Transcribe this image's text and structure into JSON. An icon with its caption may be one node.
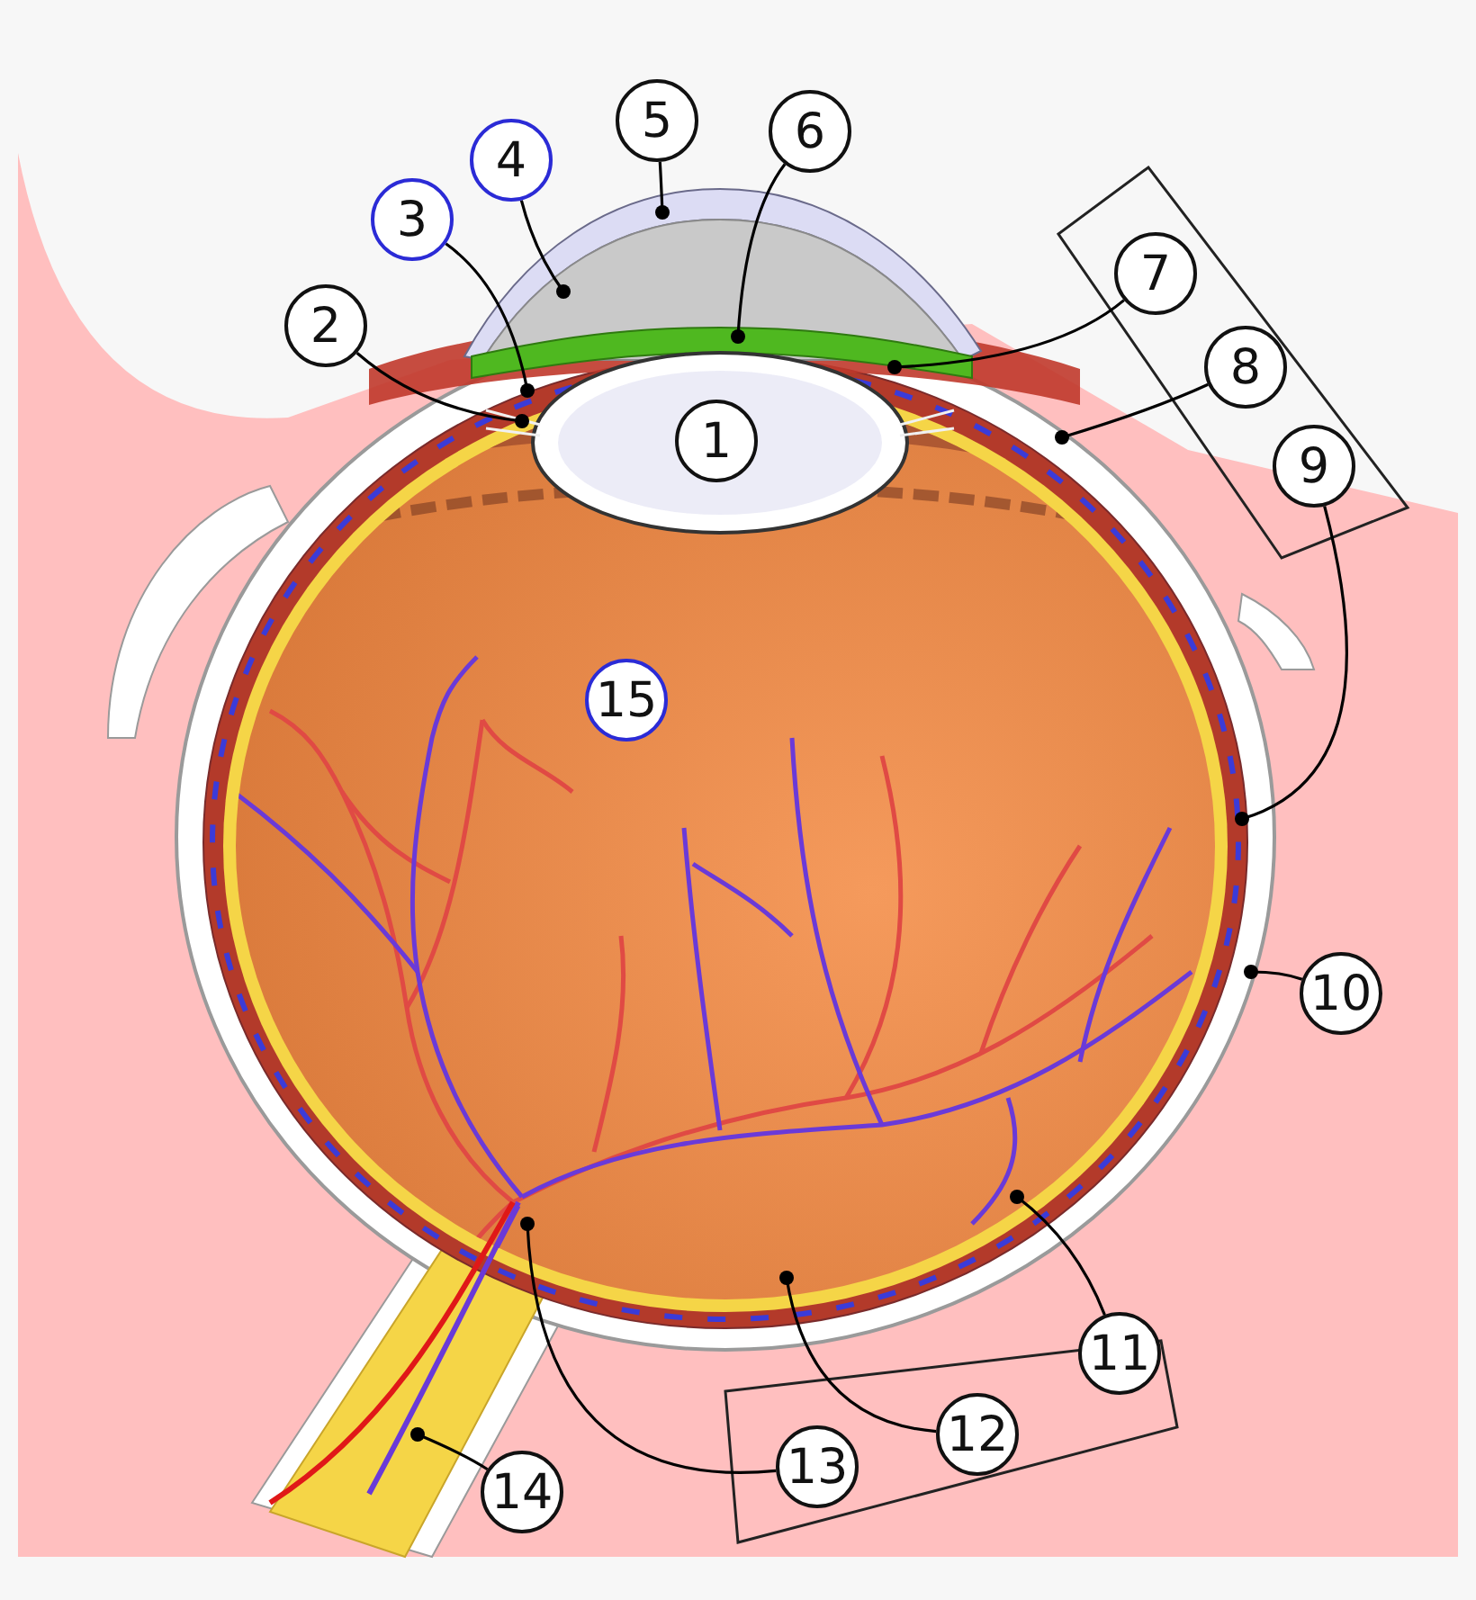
{
  "diagram": {
    "nodes": [
      {
        "text": [
          "1"
        ]
      },
      {
        "text": [
          "2"
        ]
      },
      {
        "text": [
          "3"
        ]
      },
      {
        "text": [
          "4"
        ]
      },
      {
        "text": [
          "5"
        ]
      },
      {
        "text": [
          "6"
        ]
      },
      {
        "text": [
          "7"
        ]
      },
      {
        "text": [
          "8"
        ]
      },
      {
        "text": [
          "9"
        ]
      },
      {
        "text": [
          "10"
        ]
      },
      {
        "text": [
          "11"
        ]
      },
      {
        "text": [
          "12"
        ]
      },
      {
        "text": [
          "13"
        ]
      },
      {
        "text": [
          "14"
        ]
      },
      {
        "text": [
          "15"
        ]
      }
    ],
    "edges": [
      {
        "from": 1,
        "to": null,
        "arrow": "other"
      },
      {
        "from": 2,
        "to": null,
        "arrow": "other"
      },
      {
        "from": 3,
        "to": null,
        "arrow": "other"
      },
      {
        "from": 4,
        "to": null,
        "arrow": "other"
      },
      {
        "from": 5,
        "to": null,
        "arrow": "other"
      },
      {
        "from": 6,
        "to": null,
        "arrow": "other"
      },
      {
        "from": 7,
        "to": null,
        "arrow": "other"
      },
      {
        "from": 8,
        "to": null,
        "arrow": "other"
      },
      {
        "from": 9,
        "to": null,
        "arrow": "other"
      },
      {
        "from": 10,
        "to": null,
        "arrow": "other"
      },
      {
        "from": 11,
        "to": null,
        "arrow": "other"
      },
      {
        "from": 12,
        "to": null,
        "arrow": "other"
      },
      {
        "from": 13,
        "to": null,
        "arrow": "other"
      }
    ]
  }
}
